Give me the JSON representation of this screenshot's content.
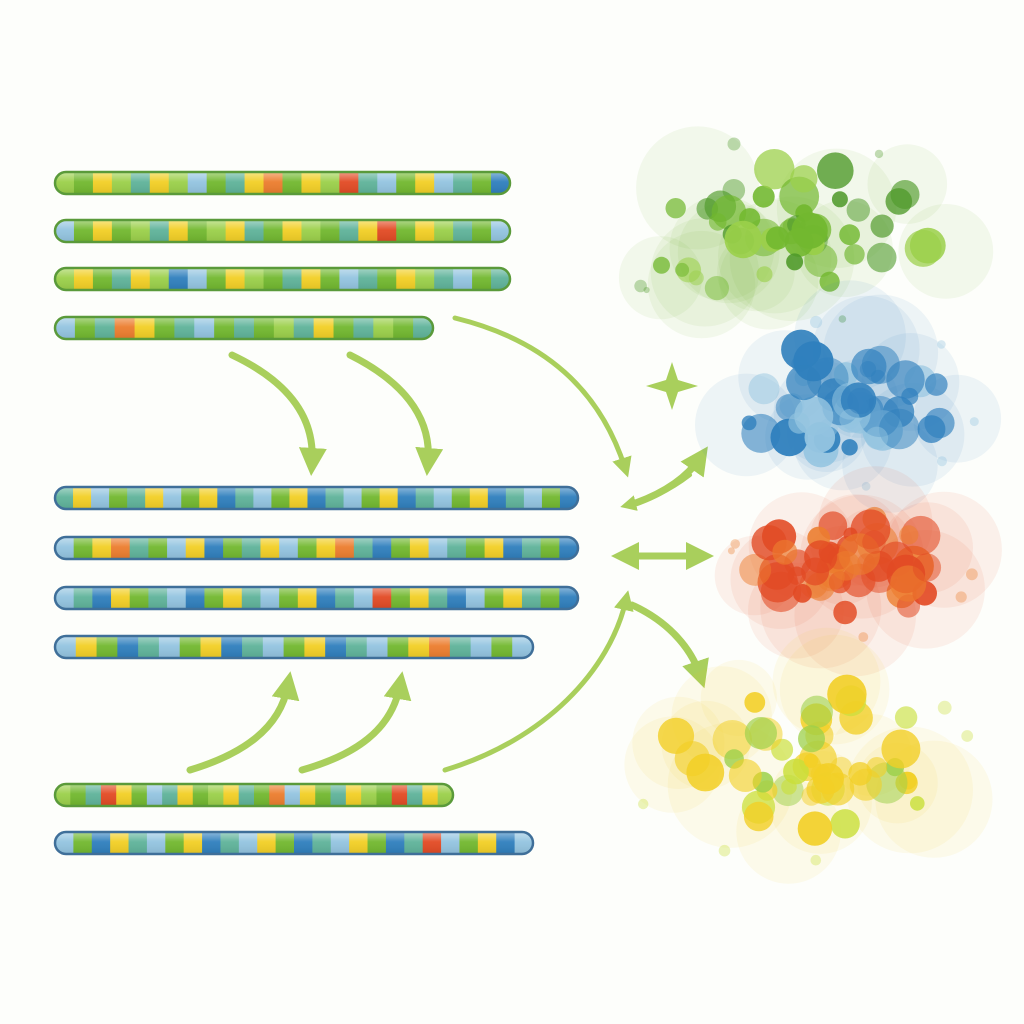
{
  "palette": {
    "green": "#72b82f",
    "dark_green": "#4f9a2a",
    "light_green": "#9bd04a",
    "blue": "#2f7fbd",
    "light_blue": "#93c4e0",
    "teal": "#5fb39a",
    "yellow": "#f2cf25",
    "lime": "#c9df3a",
    "orange": "#ec7d2e",
    "red": "#e24a24",
    "arrow": "#a9cf5c",
    "outline_green": "#5a9a3a",
    "outline_blue": "#3f6f99"
  },
  "groups": [
    {
      "name": "top",
      "rows": [
        {
          "base": "green",
          "outline": "outline_green",
          "segments": [
            "light_green",
            "green",
            "yellow",
            "light_green",
            "teal",
            "yellow",
            "light_green",
            "light_blue",
            "green",
            "teal",
            "yellow",
            "orange",
            "green",
            "yellow",
            "light_green",
            "red",
            "teal",
            "light_blue",
            "green",
            "yellow",
            "light_blue",
            "teal",
            "green",
            "blue"
          ]
        },
        {
          "base": "green",
          "outline": "outline_green",
          "segments": [
            "light_blue",
            "green",
            "yellow",
            "green",
            "light_green",
            "teal",
            "yellow",
            "green",
            "light_green",
            "yellow",
            "teal",
            "green",
            "yellow",
            "light_green",
            "green",
            "teal",
            "yellow",
            "red",
            "green",
            "yellow",
            "light_green",
            "teal",
            "green",
            "light_blue"
          ]
        },
        {
          "base": "green",
          "outline": "outline_green",
          "segments": [
            "light_green",
            "yellow",
            "green",
            "teal",
            "yellow",
            "light_green",
            "blue",
            "light_blue",
            "green",
            "yellow",
            "light_green",
            "green",
            "teal",
            "yellow",
            "green",
            "light_blue",
            "teal",
            "green",
            "yellow",
            "light_green",
            "teal",
            "light_blue",
            "green",
            "teal"
          ]
        },
        {
          "base": "green",
          "outline": "outline_green",
          "segments": [
            "light_blue",
            "green",
            "teal",
            "orange",
            "yellow",
            "green",
            "teal",
            "light_blue",
            "green",
            "teal",
            "green",
            "light_green",
            "teal",
            "yellow",
            "green",
            "teal",
            "light_green",
            "green",
            "teal"
          ]
        }
      ]
    },
    {
      "name": "middle",
      "rows": [
        {
          "base": "blue",
          "outline": "outline_blue",
          "segments": [
            "teal",
            "yellow",
            "light_blue",
            "green",
            "teal",
            "yellow",
            "light_blue",
            "green",
            "yellow",
            "blue",
            "teal",
            "light_blue",
            "green",
            "yellow",
            "blue",
            "teal",
            "light_blue",
            "green",
            "yellow",
            "blue",
            "teal",
            "light_blue",
            "green",
            "yellow",
            "blue",
            "teal",
            "light_blue",
            "green",
            "blue"
          ]
        },
        {
          "base": "blue",
          "outline": "outline_blue",
          "segments": [
            "light_blue",
            "green",
            "yellow",
            "orange",
            "teal",
            "green",
            "light_blue",
            "yellow",
            "blue",
            "green",
            "teal",
            "yellow",
            "light_blue",
            "green",
            "yellow",
            "orange",
            "teal",
            "blue",
            "green",
            "yellow",
            "light_blue",
            "teal",
            "green",
            "yellow",
            "blue",
            "teal",
            "green",
            "blue"
          ]
        },
        {
          "base": "blue",
          "outline": "outline_blue",
          "segments": [
            "light_blue",
            "teal",
            "blue",
            "yellow",
            "green",
            "teal",
            "light_blue",
            "blue",
            "green",
            "yellow",
            "teal",
            "light_blue",
            "green",
            "yellow",
            "blue",
            "teal",
            "light_blue",
            "red",
            "green",
            "yellow",
            "teal",
            "blue",
            "light_blue",
            "green",
            "yellow",
            "teal",
            "green",
            "blue"
          ]
        },
        {
          "base": "blue",
          "outline": "outline_blue",
          "segments": [
            "light_blue",
            "yellow",
            "green",
            "blue",
            "teal",
            "light_blue",
            "green",
            "yellow",
            "blue",
            "teal",
            "light_blue",
            "green",
            "yellow",
            "blue",
            "teal",
            "light_blue",
            "green",
            "yellow",
            "orange",
            "teal",
            "light_blue",
            "green",
            "light_blue"
          ]
        }
      ]
    },
    {
      "name": "bottom",
      "rows": [
        {
          "base": "green",
          "outline": "outline_green",
          "segments": [
            "light_green",
            "green",
            "teal",
            "red",
            "yellow",
            "green",
            "light_blue",
            "teal",
            "yellow",
            "green",
            "light_green",
            "yellow",
            "teal",
            "green",
            "orange",
            "light_blue",
            "yellow",
            "green",
            "teal",
            "yellow",
            "light_green",
            "green",
            "red",
            "teal",
            "yellow",
            "light_green"
          ]
        },
        {
          "base": "blue",
          "outline": "outline_blue",
          "segments": [
            "light_blue",
            "green",
            "blue",
            "yellow",
            "teal",
            "light_blue",
            "green",
            "yellow",
            "blue",
            "teal",
            "light_blue",
            "yellow",
            "green",
            "blue",
            "teal",
            "light_blue",
            "yellow",
            "green",
            "blue",
            "teal",
            "red",
            "light_blue",
            "green",
            "yellow",
            "blue",
            "light_blue"
          ]
        }
      ]
    }
  ],
  "clusters": [
    {
      "name": "green-cluster",
      "colors": [
        "green",
        "dark_green",
        "light_green",
        "green",
        "dark_green"
      ]
    },
    {
      "name": "blue-cluster",
      "colors": [
        "blue",
        "light_blue",
        "blue",
        "blue",
        "light_blue"
      ]
    },
    {
      "name": "red-cluster",
      "colors": [
        "red",
        "orange",
        "red",
        "orange",
        "red"
      ]
    },
    {
      "name": "yellow-cluster",
      "colors": [
        "yellow",
        "lime",
        "yellow",
        "light_green",
        "yellow"
      ]
    }
  ]
}
